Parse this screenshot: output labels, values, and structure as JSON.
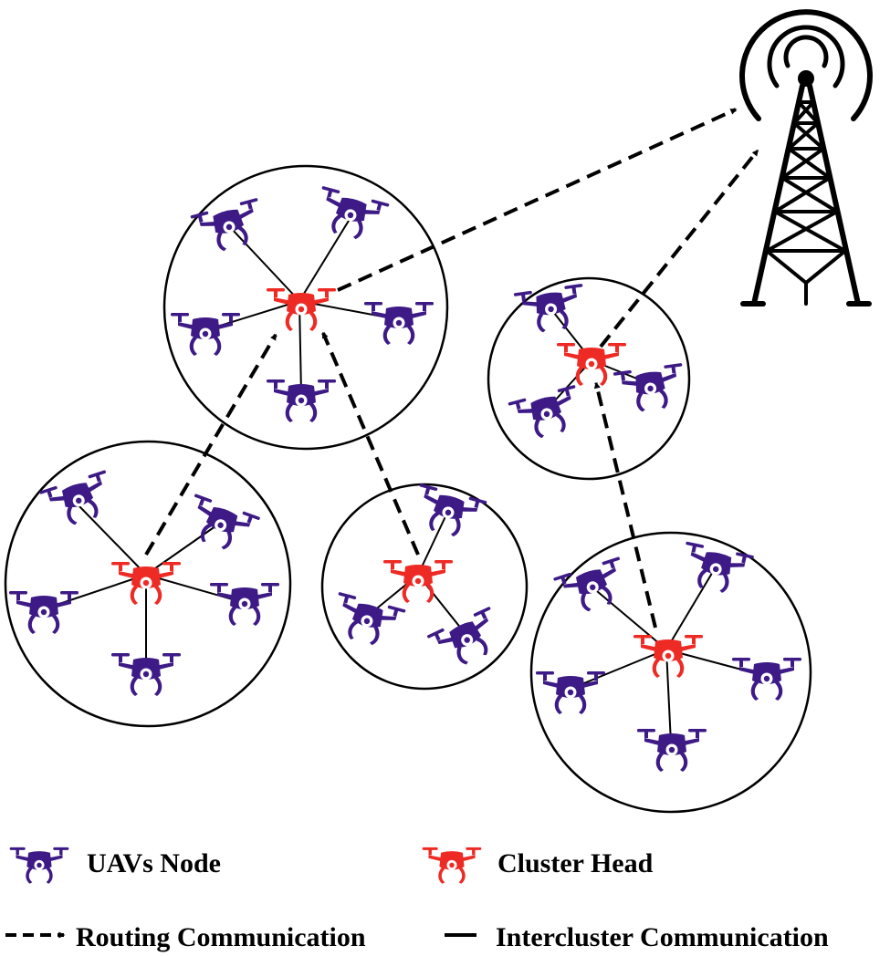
{
  "colors": {
    "uav_node": "#3d1a86",
    "cluster_head": "#ee2a24",
    "line": "#000000",
    "background": "#ffffff"
  },
  "icons": {
    "uav_node": "drone-icon",
    "cluster_head": "drone-icon",
    "base_station": "cell-tower-icon"
  },
  "legend": {
    "uav_node_label": "UAVs Node",
    "cluster_head_label": "Cluster Head",
    "routing_label": "Routing Communication",
    "intercluster_label": "Intercluster Communication"
  }
}
